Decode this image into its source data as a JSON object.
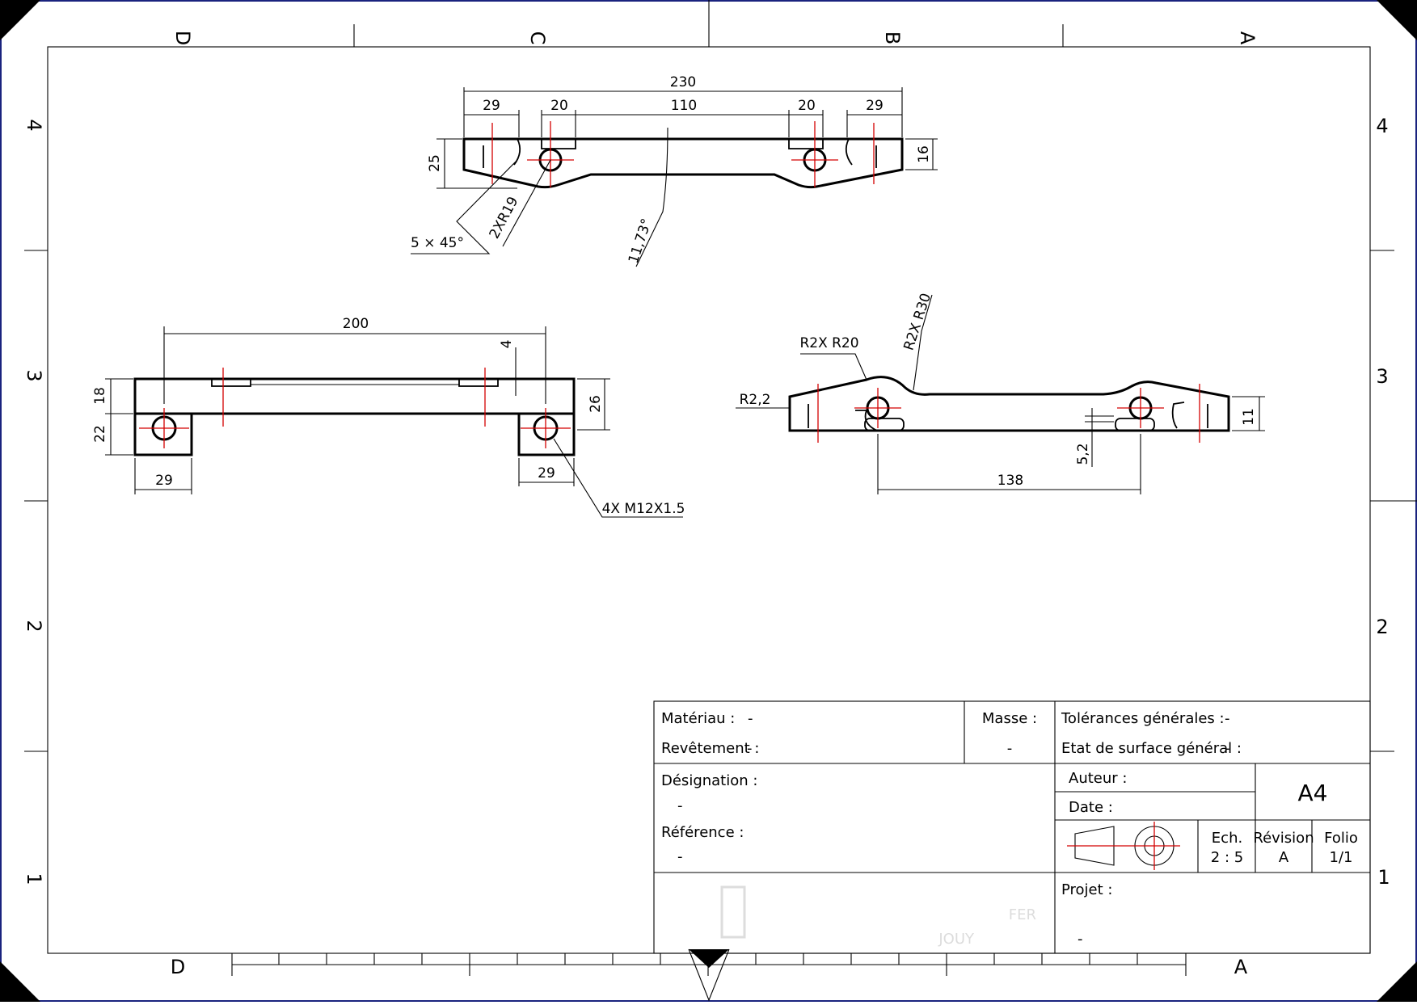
{
  "zones": {
    "columns": [
      "D",
      "C",
      "B",
      "A"
    ],
    "rows": [
      "4",
      "3",
      "2",
      "1"
    ]
  },
  "top_view": {
    "dims": {
      "overall": "230",
      "left_end": "29",
      "left_slot": "20",
      "middle": "110",
      "right_slot": "20",
      "right_end": "29",
      "height_left": "25",
      "height_right": "16",
      "chamfer": "5 × 45°",
      "radius": "2XR19",
      "angle": "11,73°"
    }
  },
  "front_view": {
    "dims": {
      "width": "200",
      "slot_depth": "4",
      "upper": "18",
      "lower": "22",
      "height": "26",
      "left_foot": "29",
      "right_foot": "29",
      "thread": "4X M12X1.5"
    }
  },
  "side_view": {
    "dims": {
      "r_small": "R2X R20",
      "r_large": "R2X R30",
      "r_edge": "R2,2",
      "height": "11",
      "gap": "5,2",
      "spacing": "138"
    }
  },
  "title_block": {
    "materiau_label": "Matériau :",
    "materiau_value": "-",
    "masse_label": "Masse :",
    "masse_value": "-",
    "revetement_label": "Revêtement :",
    "revetement_value": "-",
    "tolerances_label": "Tolérances générales :",
    "tolerances_value": "-",
    "etat_label": "Etat de surface général :",
    "etat_value": "-",
    "designation_label": "Désignation :",
    "designation_value": "-",
    "reference_label": "Référence :",
    "reference_value": "-",
    "auteur_label": "Auteur :",
    "date_label": "Date :",
    "format": "A4",
    "echelle_label": "Ech.",
    "echelle_value": "2 : 5",
    "revision_label": "Révision",
    "revision_value": "A",
    "folio_label": "Folio",
    "folio_value": "1/1",
    "projet_label": "Projet :",
    "projet_value": "-",
    "logo_line1": "FER",
    "logo_line2": "JOUY"
  },
  "colors": {
    "line": "#000000",
    "center": "#d40000",
    "outer_frame": "#1a237e"
  }
}
